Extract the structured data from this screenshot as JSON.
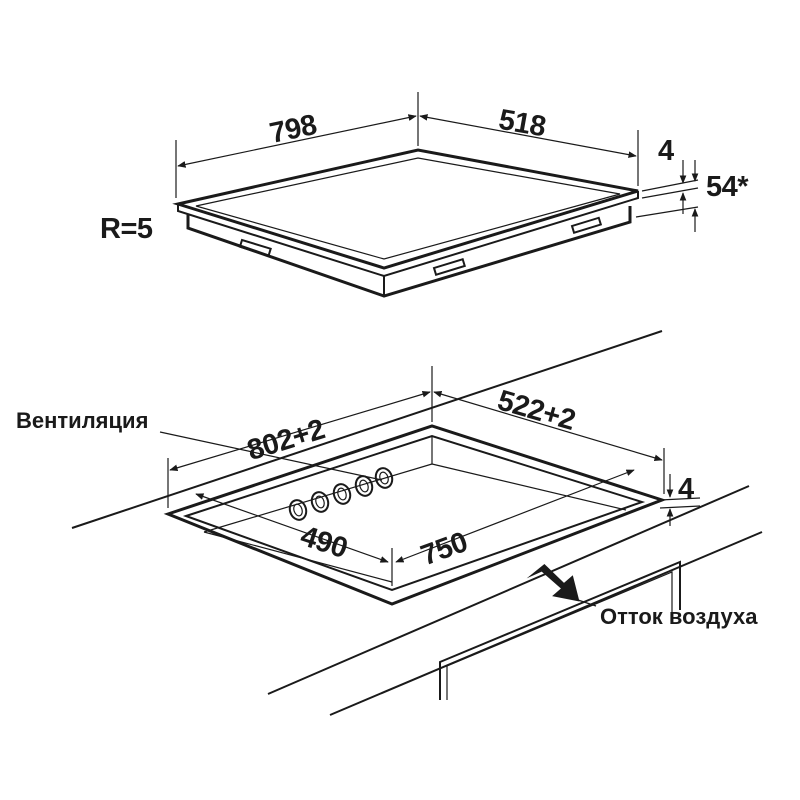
{
  "hob": {
    "width_label": "798",
    "depth_label": "518",
    "thickness_label": "4",
    "height_label": "54*",
    "radius_label": "R=5"
  },
  "cutout": {
    "width_label": "802+2",
    "depth_label": "522+2",
    "thickness_label": "4",
    "inner_depth_label": "490",
    "inner_width_label": "750",
    "ventilation_label": "Вентиляция",
    "airflow_label": "Отток воздуха"
  },
  "colors": {
    "ink": "#1a1a1a",
    "background": "#ffffff"
  }
}
